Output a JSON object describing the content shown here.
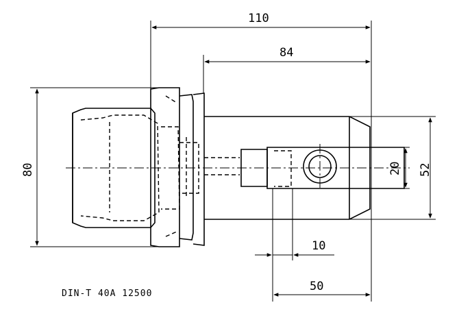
{
  "drawing": {
    "dimensions": {
      "overall_length": "110",
      "body_length": "84",
      "flange_diameter": "80",
      "body_height": "52",
      "bore_diameter": "20",
      "hole_width": "10",
      "hole_offset": "50"
    },
    "part_number": "DIN-T 40A 12500",
    "line_color": "#000000",
    "background_color": "#ffffff"
  }
}
